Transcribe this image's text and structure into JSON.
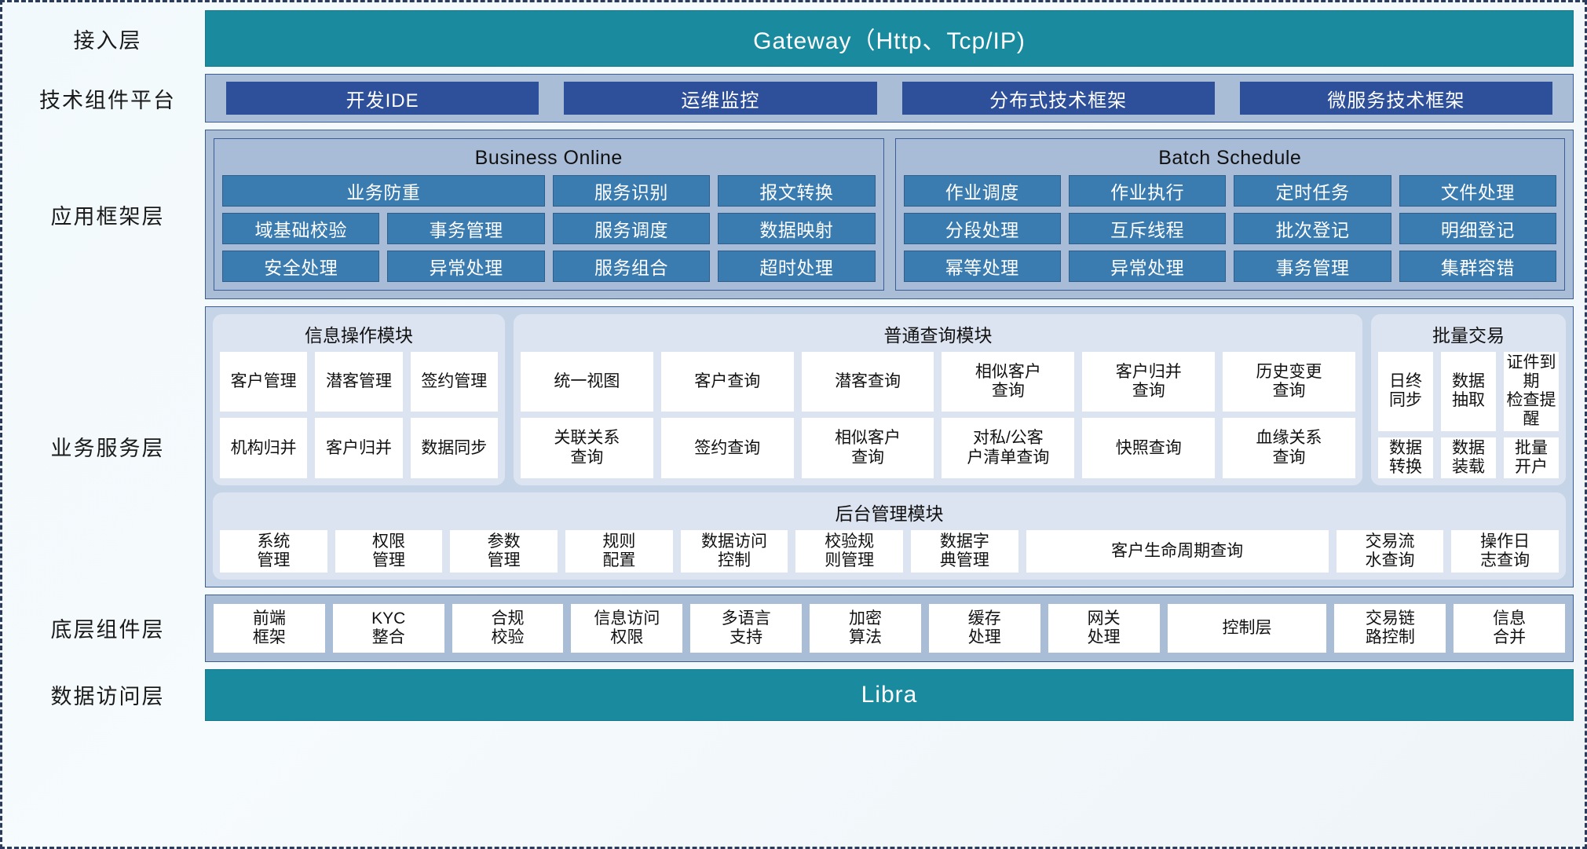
{
  "layers": [
    {
      "label": "接入层"
    },
    {
      "label": "技术组件平台"
    },
    {
      "label": "应用框架层"
    },
    {
      "label": "业务服务层"
    },
    {
      "label": "底层组件层"
    },
    {
      "label": "数据访问层"
    }
  ],
  "access_layer": {
    "title": "Gateway（Http、Tcp/IP)"
  },
  "tech_platform": {
    "buttons": [
      "开发IDE",
      "运维监控",
      "分布式技术框架",
      "微服务技术框架"
    ]
  },
  "app_framework": {
    "groups": [
      {
        "title": "Business Online",
        "rows": [
          [
            "业务防重",
            "服务识别",
            "报文转换"
          ],
          [
            "域基础校验",
            "事务管理",
            "服务调度",
            "数据映射"
          ],
          [
            "安全处理",
            "异常处理",
            "服务组合",
            "超时处理"
          ]
        ]
      },
      {
        "title": "Batch Schedule",
        "rows": [
          [
            "作业调度",
            "作业执行",
            "定时任务",
            "文件处理"
          ],
          [
            "分段处理",
            "互斥线程",
            "批次登记",
            "明细登记"
          ],
          [
            "幂等处理",
            "异常处理",
            "事务管理",
            "集群容错"
          ]
        ]
      }
    ]
  },
  "business_service": {
    "cards": [
      {
        "title": "信息操作模块",
        "rows": [
          [
            "客户管理",
            "潜客管理",
            "签约管理"
          ],
          [
            "机构归并",
            "客户归并",
            "数据同步"
          ]
        ]
      },
      {
        "title": "普通查询模块",
        "rows": [
          [
            "统一视图",
            "客户查询",
            "潜客查询",
            "相似客户\n查询",
            "客户归并\n查询",
            "历史变更\n查询"
          ],
          [
            "关联关系\n查询",
            "签约查询",
            "相似客户\n查询",
            "对私/公客\n户清单查询",
            "快照查询",
            "血缘关系\n查询"
          ]
        ]
      },
      {
        "title": "批量交易",
        "rows": [
          [
            "日终\n同步",
            "数据\n抽取",
            "证件到期\n检查提醒"
          ],
          [
            "数据\n转换",
            "数据\n装载",
            "批量\n开户"
          ]
        ]
      }
    ],
    "backoffice": {
      "title": "后台管理模块",
      "items": [
        "系统\n管理",
        "权限\n管理",
        "参数\n管理",
        "规则\n配置",
        "数据访问\n控制",
        "校验规\n则管理",
        "数据字\n典管理",
        "客户生命周期查询",
        "交易流\n水查询",
        "操作日\n志查询"
      ],
      "wide_index": 7
    }
  },
  "component_layer": {
    "items": [
      "前端\n框架",
      "KYC\n整合",
      "合规\n校验",
      "信息访问\n权限",
      "多语言\n支持",
      "加密\n算法",
      "缓存\n处理",
      "网关\n处理",
      "控制层",
      "交易链\n路控制",
      "信息\n合并"
    ],
    "wide_index": 8
  },
  "data_access_layer": {
    "title": "Libra"
  },
  "colors": {
    "teal": "#1a8a9e",
    "dark_blue_btn": "#2e4f9a",
    "blue_cell": "#3a7bb0",
    "panel_blue": "#aabdd6",
    "card_bg": "#dde4f1",
    "border": "#3c5c94"
  }
}
